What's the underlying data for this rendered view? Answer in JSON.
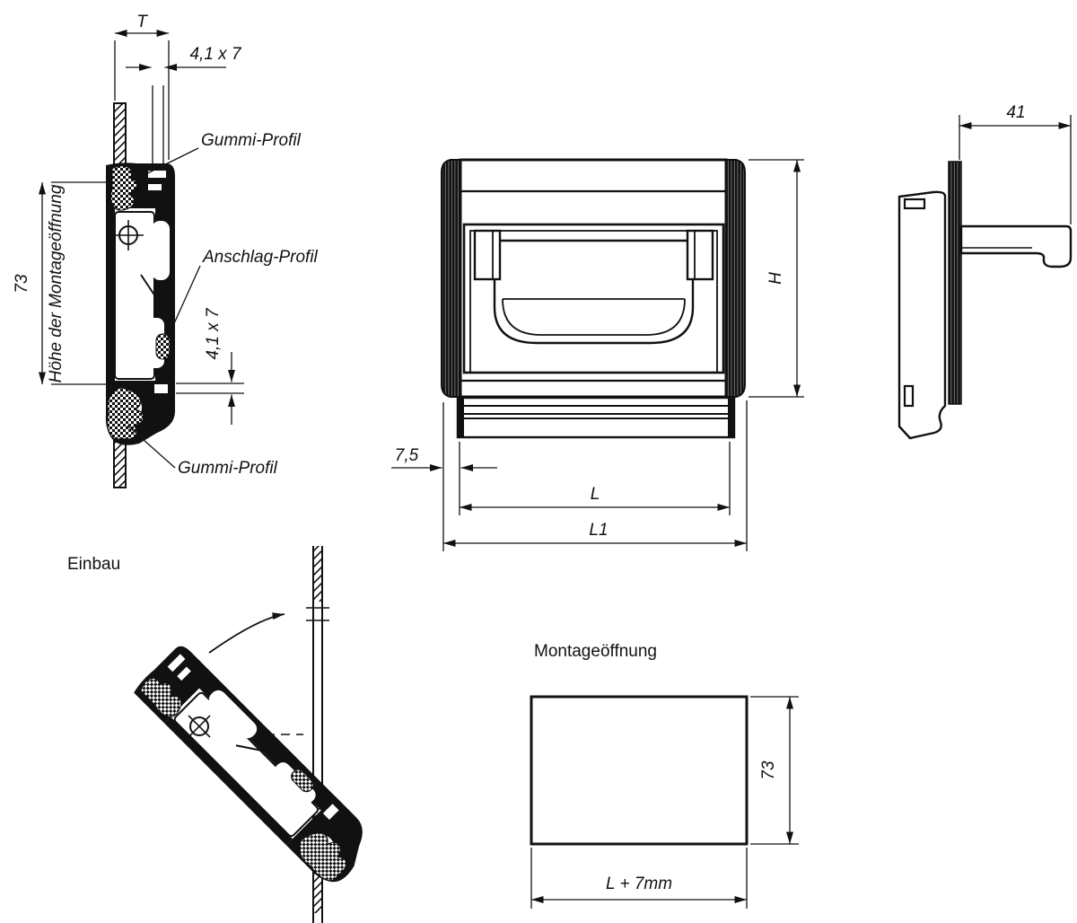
{
  "drawing": {
    "section_view": {
      "dim_T": "T",
      "dim_slot_top": "4,1 x 7",
      "label_rubber_top": "Gummi-Profil",
      "label_stop_profile": "Anschlag-Profil",
      "dim_slot_bottom": "4,1 x 7",
      "dim_opening_height": "73",
      "label_opening_height": "Höhe der Montageöffnung",
      "label_rubber_bottom": "Gummi-Profil"
    },
    "front_view": {
      "dim_height": "H",
      "dim_length": "L",
      "dim_length_total": "L1",
      "dim_inset": "7,5"
    },
    "side_view": {
      "dim_depth": "41"
    },
    "install_view": {
      "title": "Einbau"
    },
    "opening_view": {
      "title": "Montageöffnung",
      "dim_height": "73",
      "dim_width": "L + 7mm"
    }
  },
  "colors": {
    "line": "#111111",
    "background": "#ffffff"
  }
}
